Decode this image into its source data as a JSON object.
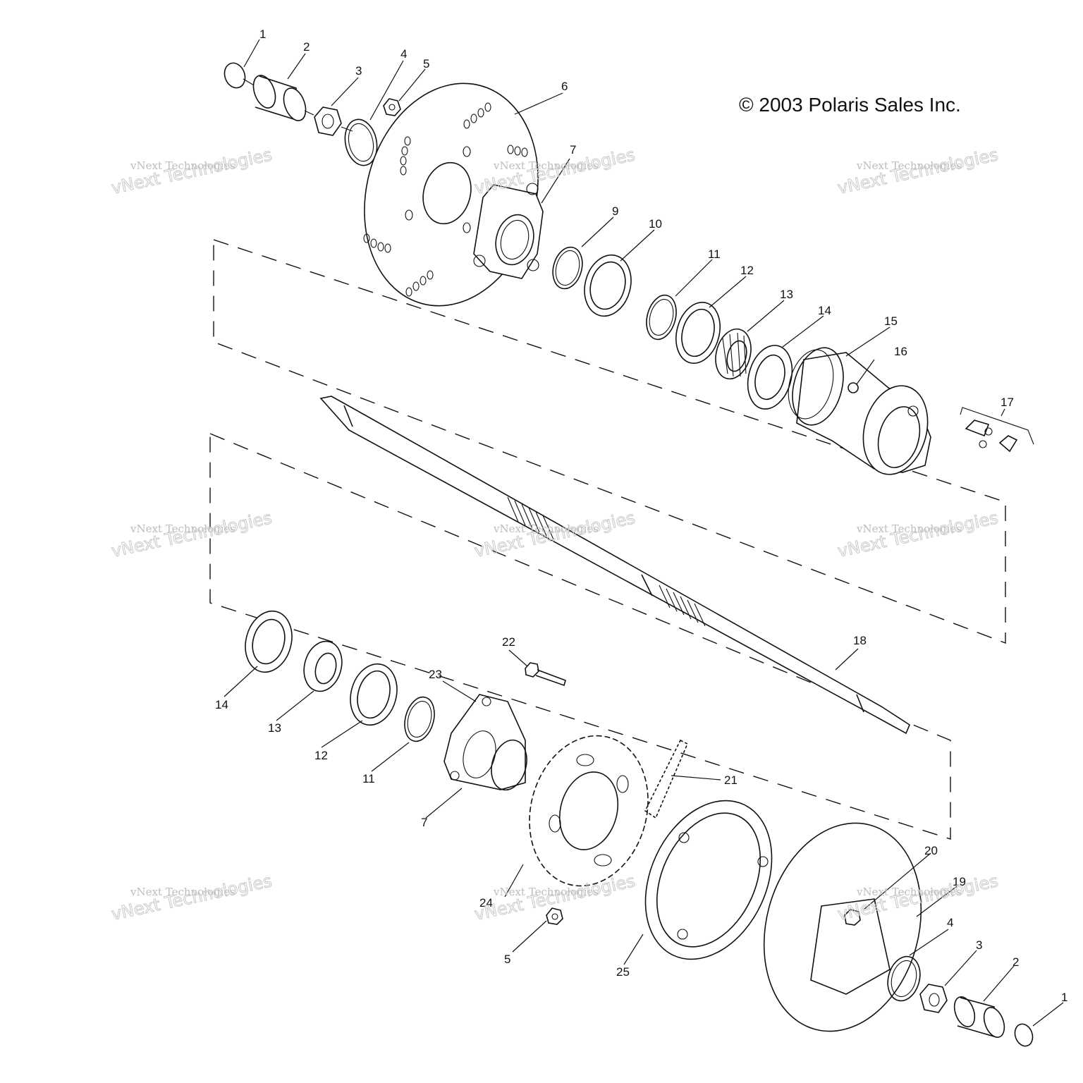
{
  "copyright": "© 2003 Polaris Sales Inc.",
  "watermark": {
    "line1": "vNext Technologies",
    "line2": "vNext Technologies"
  },
  "labels_top": [
    "1",
    "2",
    "3",
    "4",
    "5",
    "6",
    "7",
    "9",
    "10",
    "11",
    "12",
    "13",
    "14",
    "15",
    "16",
    "17",
    "18"
  ],
  "labels_bottom": [
    "14",
    "13",
    "12",
    "11",
    "22",
    "23",
    "7",
    "21",
    "24",
    "5",
    "25",
    "20",
    "19",
    "4",
    "3",
    "2",
    "1"
  ]
}
